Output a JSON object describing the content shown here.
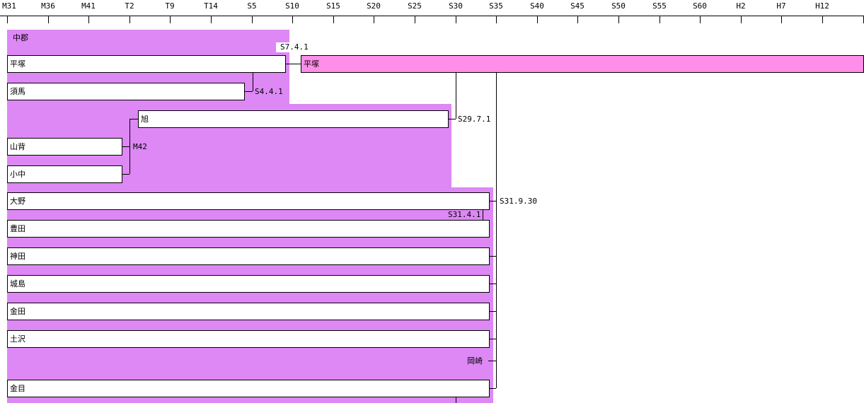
{
  "axis": {
    "ticks": [
      "M31",
      "M36",
      "M41",
      "T2",
      "T9",
      "T14",
      "S5",
      "S10",
      "S15",
      "S20",
      "S25",
      "S30",
      "S35",
      "S40",
      "S45",
      "S50",
      "S55",
      "S60",
      "H2",
      "H7",
      "H12"
    ]
  },
  "colors": {
    "region": "#dd88f5",
    "successor": "#ff8ee8"
  },
  "group": {
    "label": "中郡"
  },
  "municipalities": {
    "hiratsuka": "平塚",
    "suma": "須馬",
    "asahi": "旭",
    "yamase": "山背",
    "konaka": "小中",
    "ono": "大野",
    "toyoda": "豊田",
    "kanda": "神田",
    "shirojima": "城島",
    "kaneda": "金田",
    "tsuchizawa": "土沢",
    "kaname": "金目",
    "hiratsuka_new": "平塚",
    "okazaki": "岡崎"
  },
  "dates": {
    "s7": "S7.4.1",
    "s4": "S4.4.1",
    "s29": "S29.7.1",
    "m42": "M42",
    "s31_9": "S31.9.30",
    "s31_4": "S31.4.1"
  }
}
